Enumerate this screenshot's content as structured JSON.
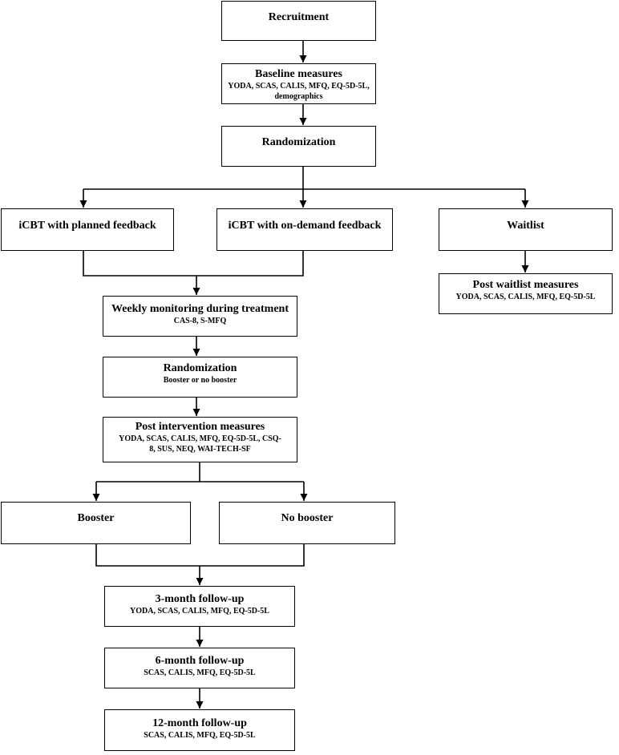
{
  "nodes": {
    "recruitment": {
      "title": "Recruitment"
    },
    "baseline": {
      "title": "Baseline measures",
      "lines": [
        "YODA, SCAS, CALIS, MFQ, EQ-5D-5L,",
        "demographics"
      ]
    },
    "randomization1": {
      "title": "Randomization"
    },
    "icbt_planned": {
      "title": "iCBT with planned feedback"
    },
    "icbt_ondemand": {
      "title": "iCBT with on-demand feedback"
    },
    "waitlist": {
      "title": "Waitlist"
    },
    "post_waitlist": {
      "title": "Post waitlist measures",
      "lines": [
        "YODA, SCAS, CALIS, MFQ, EQ-5D-5L"
      ]
    },
    "weekly": {
      "title": "Weekly monitoring during treatment",
      "lines": [
        "CAS-8, S-MFQ"
      ]
    },
    "randomization2": {
      "title": "Randomization",
      "lines": [
        "Booster or no booster"
      ]
    },
    "post_intervention": {
      "title": "Post intervention measures",
      "lines": [
        "YODA, SCAS, CALIS, MFQ, EQ-5D-5L, CSQ-",
        "8, SUS, NEQ, WAI-TECH-SF"
      ]
    },
    "booster": {
      "title": "Booster"
    },
    "no_booster": {
      "title": "No booster"
    },
    "followup3": {
      "title": "3-month follow-up",
      "lines": [
        "YODA, SCAS, CALIS, MFQ, EQ-5D-5L"
      ]
    },
    "followup6": {
      "title": "6-month follow-up",
      "lines": [
        "SCAS, CALIS, MFQ, EQ-5D-5L"
      ]
    },
    "followup12": {
      "title": "12-month follow-up",
      "lines": [
        "SCAS, CALIS, MFQ, EQ-5D-5L"
      ]
    }
  }
}
